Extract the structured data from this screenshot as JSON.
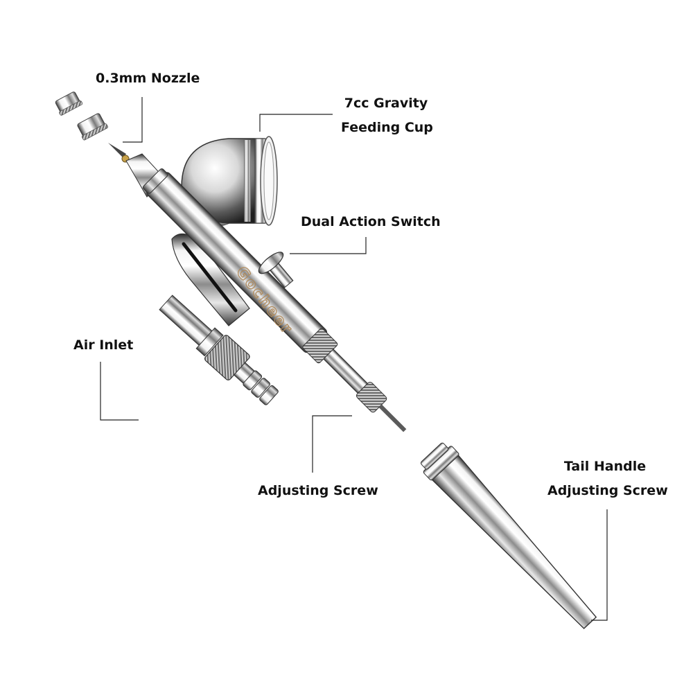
{
  "diagram": {
    "labels": {
      "nozzle": "0.3mm Nozzle",
      "cup_line1": "7cc Gravity",
      "cup_line2": "Feeding Cup",
      "switch": "Dual Action Switch",
      "air_inlet": "Air Inlet",
      "adjusting_screw": "Adjusting Screw",
      "tail_line1": "Tail Handle",
      "tail_line2": "Adjusting Screw"
    },
    "brand_mark": "Gocheer"
  }
}
